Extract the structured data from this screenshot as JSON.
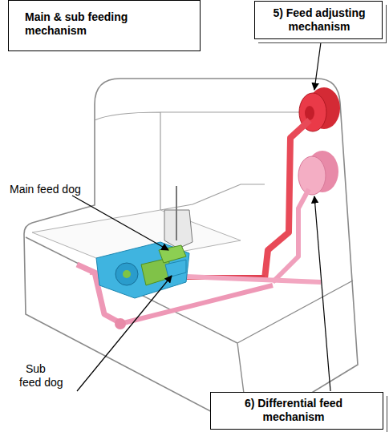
{
  "diagram": {
    "nodes": [
      {
        "text": [
          "Main & sub feeding mechanism"
        ]
      },
      {
        "text": [
          "5) Feed adjusting mechanism"
        ]
      },
      {
        "text": [
          "6) Differential feed mechanism"
        ]
      }
    ],
    "labels": [
      "Main feed dog",
      "Sub feed dog"
    ]
  }
}
